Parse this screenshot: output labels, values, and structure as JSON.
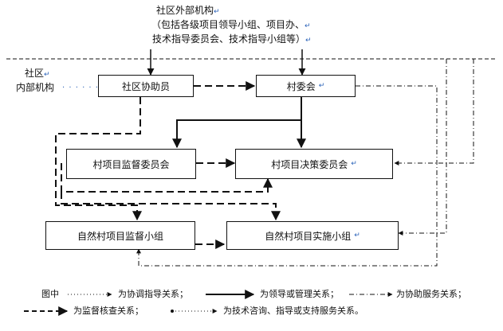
{
  "external": {
    "line1": "社区外部机构",
    "line2": "（包括各级项目领导小组、项目办、",
    "line3": "技术指导委员会、技术指导小组等）"
  },
  "community": {
    "line1": "社区",
    "line2": "内部机构"
  },
  "boxes": {
    "coordinator": "社区协助员",
    "village_committee": "村委会",
    "supervision_committee": "村项目监督委员会",
    "decision_committee": "村项目决策委员会",
    "natural_supervision_group": "自然村项目监督小组",
    "natural_implementation_group": "自然村项目实施小组"
  },
  "legend": {
    "prefix": "图中",
    "coordination": "为协调指导关系；",
    "leadership": "为领导或管理关系；",
    "assistance": "为协助服务关系；",
    "supervision": "为监督核查关系；",
    "technical": "为技术咨询、指导或支持服务关系。"
  },
  "colors": {
    "line": "#111111",
    "return_mark": "#2a62b8"
  }
}
